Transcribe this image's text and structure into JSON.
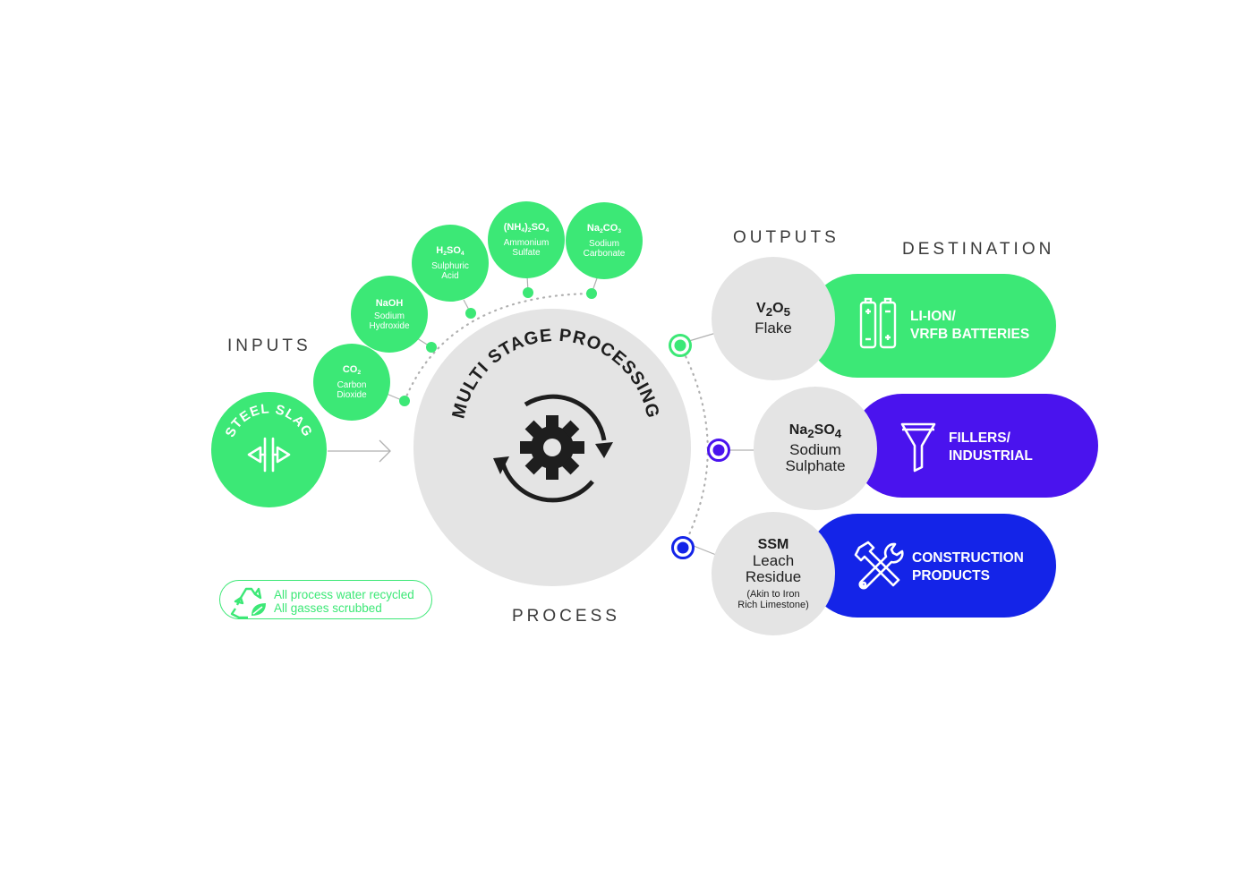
{
  "labels": {
    "inputs": "INPUTS",
    "outputs": "OUTPUTS",
    "destination": "DESTINATION",
    "process": "PROCESS"
  },
  "source": {
    "text": "STEEL SLAG"
  },
  "process_center": {
    "text": "MULTI STAGE PROCESSING"
  },
  "reagents": [
    {
      "formula": "CO<sub>2</sub>",
      "name": "Carbon\nDioxide"
    },
    {
      "formula": "NaOH",
      "name": "Sodium\nHydroxide"
    },
    {
      "formula": "H<sub>2</sub>SO<sub>4</sub>",
      "name": "Sulphuric\nAcid"
    },
    {
      "formula": "(NH<sub>4</sub>)<sub>2</sub>SO<sub>4</sub>",
      "name": "Ammonium\nSulfate"
    },
    {
      "formula": "Na<sub>2</sub>CO<sub>3</sub>",
      "name": "Sodium\nCarbonate"
    }
  ],
  "outputs": [
    {
      "formula": "V<sub>2</sub>O<sub>5</sub>",
      "name": "Flake",
      "note": ""
    },
    {
      "formula": "Na<sub>2</sub>SO<sub>4</sub>",
      "name": "Sodium\nSulphate",
      "note": ""
    },
    {
      "formula": "SSM",
      "name": "Leach\nResidue",
      "note": "(Akin to Iron\nRich Limestone)"
    }
  ],
  "destinations": [
    {
      "text": "LI-ION/\nVRFB BATTERIES",
      "color": "#3ce876",
      "icon": "battery-icon"
    },
    {
      "text": "FILLERS/\nINDUSTRIAL",
      "color": "#4a13ee",
      "icon": "funnel-icon"
    },
    {
      "text": "CONSTRUCTION\nPRODUCTS",
      "color": "#1424e8",
      "icon": "tools-icon"
    }
  ],
  "note": {
    "text": "All process water recycled\nAll gasses scrubbed",
    "icon": "recycle-leaf-icon"
  },
  "colors": {
    "green": "#3ce876",
    "purple": "#4a13ee",
    "blue": "#1424e8",
    "grey": "#e4e4e4"
  }
}
